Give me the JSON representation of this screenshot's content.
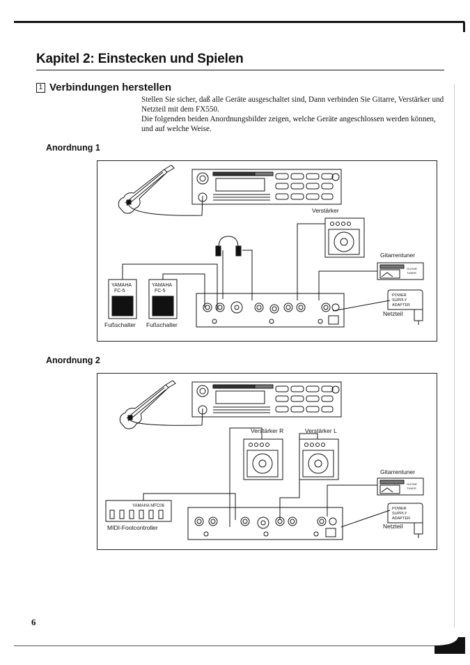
{
  "chapter_title": "Kapitel 2: Einstecken und Spielen",
  "section": {
    "number": "1",
    "title": "Verbindungen herstellen"
  },
  "paragraphs": [
    "Stellen Sie sicher, daß alle Geräte ausgeschaltet sind, Dann verbinden Sie Gitarre, Verstärker und Netzteil mit dem FX550.",
    "Die folgenden beiden Anordnungsbilder zeigen, welche Geräte angeschlossen werden können, und auf welche Weise."
  ],
  "arrangement1": {
    "label": "Anordnung 1",
    "amp_label": "Verstärker",
    "tuner_label": "Gitarrentuner",
    "tuner_text1": "GUITAR",
    "tuner_text2": "TUNER",
    "adapter_line1": "POWER",
    "adapter_line2": "SUPPLY",
    "adapter_line3": "ADAPTER",
    "netzteil_label": "Netzteil",
    "pedal1_brand": "YAMAHA",
    "pedal1_model": "FC-5",
    "pedal2_brand": "YAMAHA",
    "pedal2_model": "FC-5",
    "pedal1_label": "Fußschalter",
    "pedal2_label": "Fußschalter"
  },
  "arrangement2": {
    "label": "Anordnung 2",
    "amp_r_label": "Verstärker R",
    "amp_l_label": "Verstärker L",
    "tuner_label": "Gitarrentuner",
    "tuner_text1": "GUITAR",
    "tuner_text2": "TUNER",
    "adapter_line1": "POWER",
    "adapter_line2": "SUPPLY",
    "adapter_line3": "ADAPTER",
    "netzteil_label": "Netzteil",
    "midi_brand": "YAMAHA MFC06",
    "midi_label": "MIDI-Footcontroller"
  },
  "page_number": "6"
}
